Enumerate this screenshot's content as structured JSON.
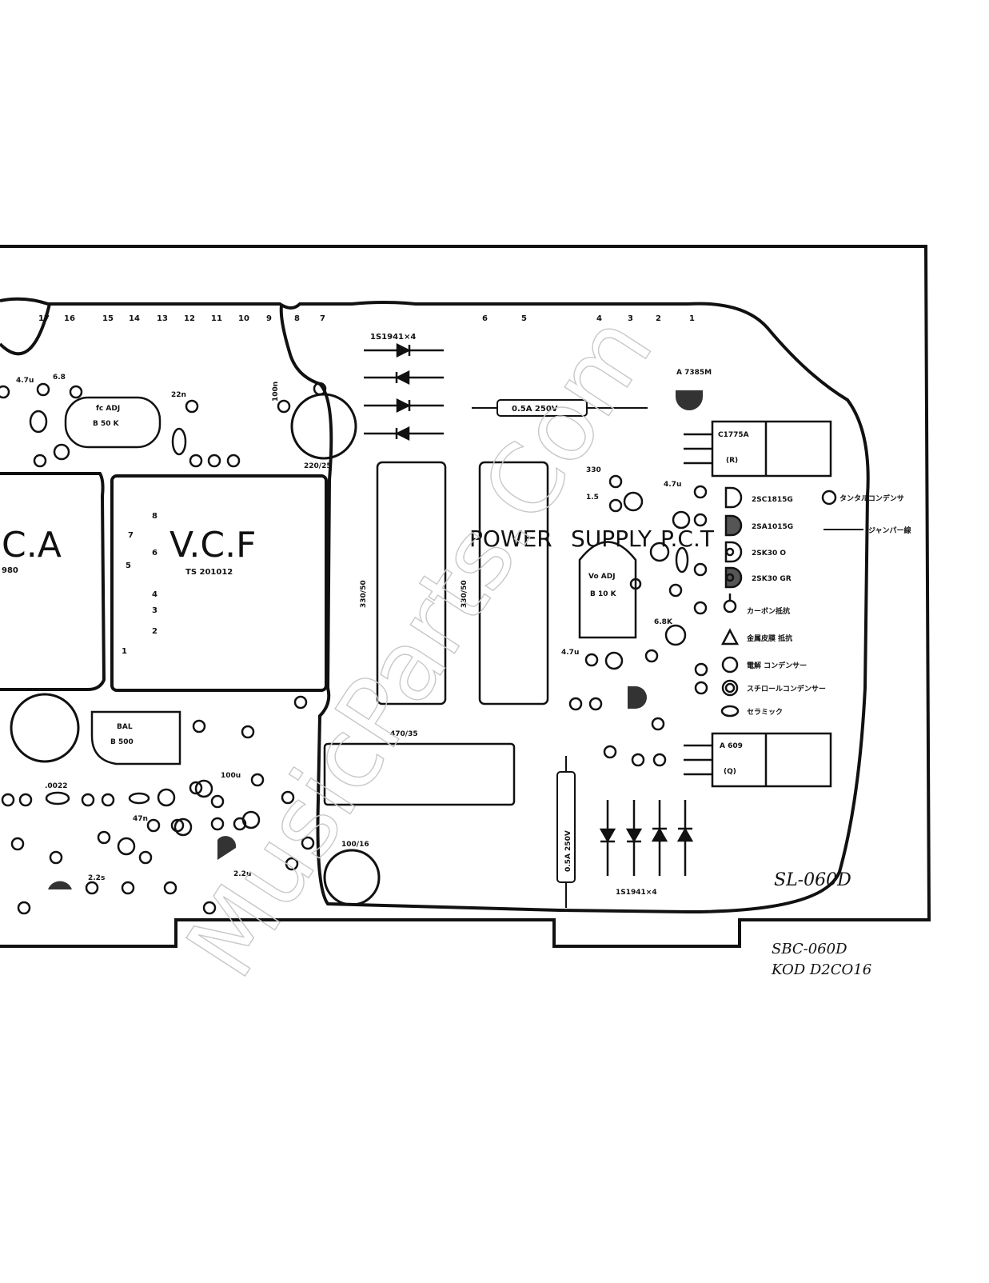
{
  "blocks": {
    "vca_label": "C.A",
    "vca_part": "980",
    "vcf_label": "V.C.F",
    "vcf_part": "TS 201012",
    "power_label": "POWER",
    "supply_label": "SUPPLY",
    "pct_label": "P.C.T"
  },
  "pin_numbers": [
    "17",
    "16",
    "15",
    "14",
    "13",
    "12",
    "11",
    "10",
    "9",
    "8",
    "7",
    "6",
    "5",
    "4",
    "3",
    "2",
    "1"
  ],
  "vcf_pins": [
    "8",
    "7",
    "6",
    "5",
    "4",
    "3",
    "2",
    "1"
  ],
  "components": {
    "diodes_top": "1S1941×4",
    "diodes_bottom": "1S1941×4",
    "fuse_top": "0.5A 250V",
    "fuse_vertical": "0.5A 250V",
    "fc_box_1": "fc ADJ",
    "fc_box_2": "B 50 K",
    "vo_box_1": "Vo ADJ",
    "vo_box_2": "B 10 K",
    "bal_box_1": "BAL",
    "bal_box_2": "B 500",
    "cap_220_25": "220/25",
    "cap_470_35": "470/35",
    "cap_100_16": "100/16",
    "cap_330_50_a": "330/50",
    "cap_330_50_b": "330/50",
    "zener_tag": "A 7385M",
    "ic_top_1": "C1775A",
    "ic_top_2": "(R)",
    "ic_bottom_1": "A 609",
    "ic_bottom_2": "(Q)",
    "val_47a": "4.7u",
    "val_68": "6.8",
    "val_22n": "22n",
    "val_100n": "100n",
    "val_330": "330",
    "val_15": "1.5",
    "val_47u": "4.7u",
    "val_68k": "6.8K",
    "val_22u": "2.2u",
    "val_100u": "100u",
    "val_0022": ".0022",
    "val_47n": "47n",
    "val_22s": "2.2s",
    "val_47b": "4.7u"
  },
  "legend": [
    {
      "symbol": "D-shape",
      "text": "2SC1815G"
    },
    {
      "symbol": "D-shape-hatched",
      "text": "2SA1015G"
    },
    {
      "symbol": "D-shape-circle",
      "text": "2SK30 O"
    },
    {
      "symbol": "D-shape-circle-hatched",
      "text": "2SK30 GR"
    },
    {
      "symbol": "circle-stem",
      "text": "カーボン抵抗"
    },
    {
      "symbol": "triangle",
      "text": "金属皮膜 抵抗"
    },
    {
      "symbol": "circle",
      "text": "電解 コンデンサー"
    },
    {
      "symbol": "circle-double",
      "text": "スチロールコンデンサー"
    },
    {
      "symbol": "ellipse",
      "text": "セラミック"
    }
  ],
  "legend_right": [
    {
      "symbol": "circle-dot",
      "text": "タンタルコンデンサ"
    },
    {
      "symbol": "line",
      "text": "ジャンパー線"
    }
  ],
  "handwritten": {
    "board_id": "SL-060D",
    "note_line_1": "SBC-060D",
    "note_line_2": "KOD D2CO16"
  },
  "watermark": "MusicParts.Com"
}
